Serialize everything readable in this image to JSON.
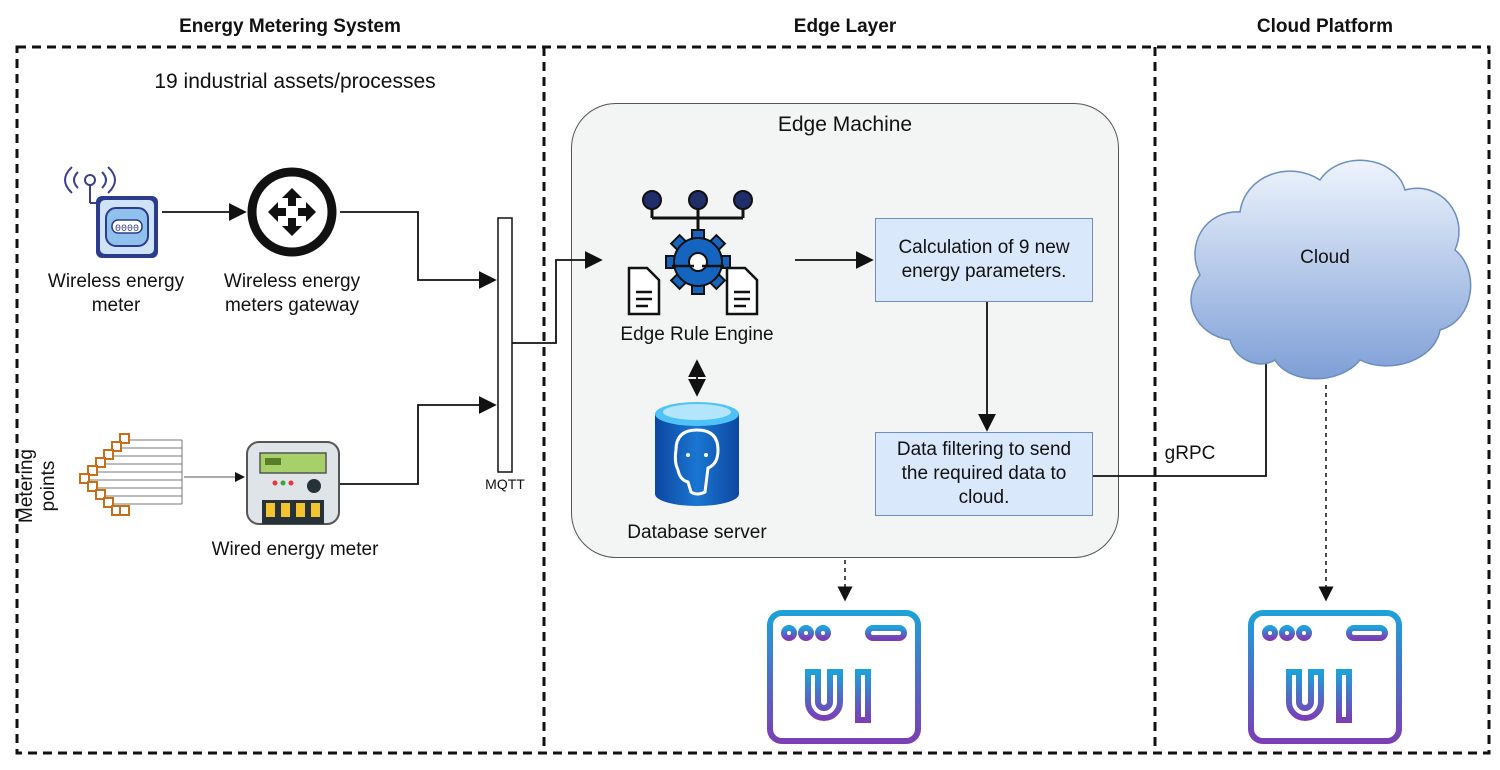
{
  "sections": {
    "energy_metering": "Energy Metering System",
    "edge_layer": "Edge Layer",
    "cloud_platform": "Cloud Platform"
  },
  "energy_metering": {
    "assets": "19 industrial assets/processes",
    "wireless_meter_line1": "Wireless energy",
    "wireless_meter_line2": "meter",
    "gateway_line1": "Wireless energy",
    "gateway_line2": "meters gateway",
    "metering_points_line1": "Metering",
    "metering_points_line2": "points",
    "wired_meter": "Wired energy meter"
  },
  "edge": {
    "mqtt": "MQTT",
    "machine_title": "Edge Machine",
    "rule_engine": "Edge Rule Engine",
    "database": "Database server",
    "calc_line1": "Calculation of 9 new",
    "calc_line2": "energy parameters.",
    "filter_line1": "Data filtering to send",
    "filter_line2": "the required data to",
    "filter_line3": "cloud.",
    "ui_icon_text": "UI"
  },
  "cloud": {
    "label": "Cloud",
    "protocol": "gRPC",
    "ui_icon_text": "UI"
  },
  "colors": {
    "box_fill": "#dae8fc",
    "box_border": "#6c8ebf",
    "cloud_top": "#e8f0fb",
    "cloud_bottom": "#7e9fd6",
    "icon_navy": "#1f2d6b",
    "icon_blue": "#1565c0",
    "ui_gradient_top": "#1ea0d8",
    "ui_gradient_bottom": "#7b3fb5"
  }
}
